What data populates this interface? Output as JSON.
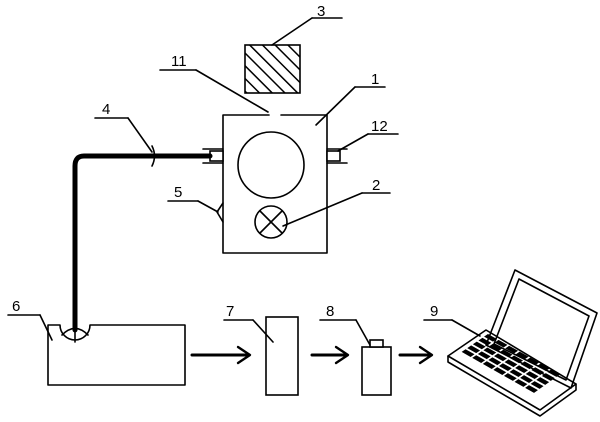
{
  "diagram": {
    "labels": {
      "chamber": "1",
      "lamp": "2",
      "top_block": "3",
      "fiber": "4",
      "valve": "5",
      "sensor_tank": "6",
      "unit_7": "7",
      "unit_8": "8",
      "laptop": "9",
      "opening": "11",
      "port": "12"
    },
    "colors": {
      "line": "#000000",
      "background": "#ffffff"
    },
    "icons": [
      "lamp-x-icon",
      "hatched-block-icon",
      "laptop-icon",
      "arrow-right-icon"
    ]
  }
}
